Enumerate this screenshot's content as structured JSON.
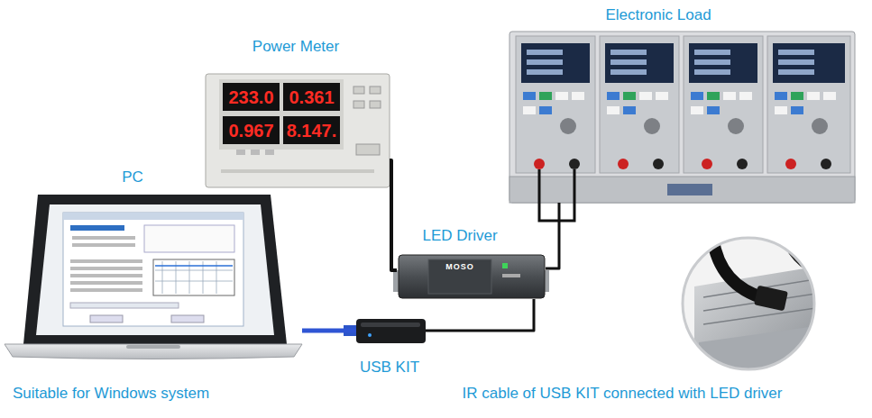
{
  "diagram": {
    "nodes": [
      {
        "text": [
          "Electronic Load"
        ]
      },
      {
        "text": [
          "Power Meter"
        ]
      },
      {
        "text": [
          "PC"
        ]
      },
      {
        "text": [
          "LED Driver"
        ]
      },
      {
        "text": [
          "USB KIT"
        ]
      },
      {
        "text": [
          "IR cable of USB KIT connected with LED driver"
        ]
      }
    ],
    "edges": [
      {
        "from": 1,
        "to": 3,
        "arrow": "none"
      },
      {
        "from": 3,
        "to": 0,
        "arrow": "none"
      },
      {
        "from": 2,
        "to": 4,
        "arrow": "none"
      },
      {
        "from": 4,
        "to": 3,
        "arrow": "none"
      }
    ],
    "labels": [
      "233.0",
      "0.361",
      "0.967",
      "8.147.",
      "MOSO",
      "Suitable for Windows system"
    ]
  }
}
